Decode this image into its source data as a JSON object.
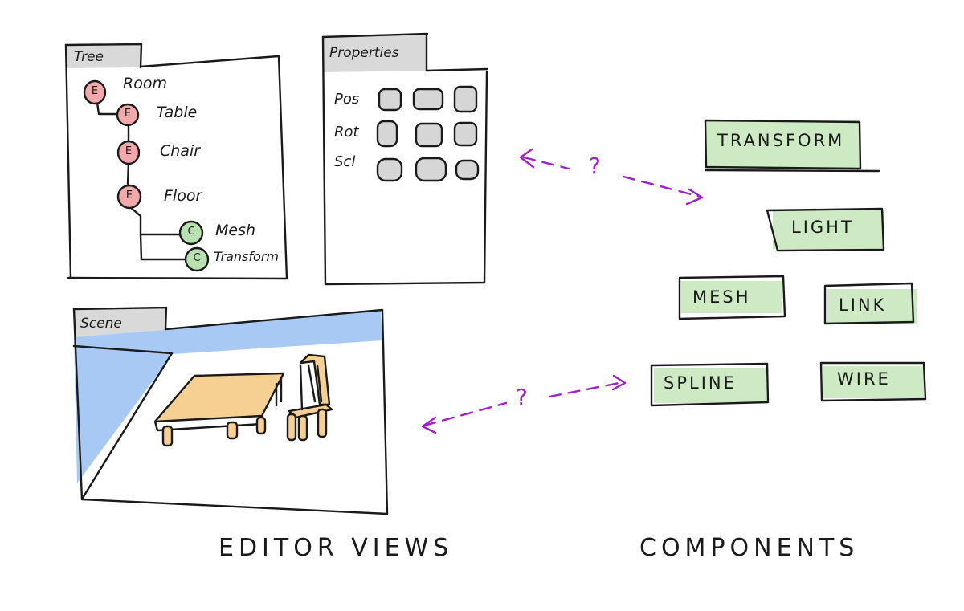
{
  "colors": {
    "ink": "#1a1a1a",
    "entity_fill": "#f1a9a9",
    "component_fill": "#b9e0b0",
    "component_box_fill": "#cdeac4",
    "tab_fill": "#d9d9d9",
    "property_slot_fill": "#d6d6d6",
    "sky_fill": "#a9c9f5",
    "furniture_fill": "#f6cf92",
    "arrow": "#a020c8"
  },
  "tree_panel": {
    "tab": "Tree",
    "nodes": [
      {
        "kind": "entity",
        "letter": "E",
        "label": "Room"
      },
      {
        "kind": "entity",
        "letter": "E",
        "label": "Table"
      },
      {
        "kind": "entity",
        "letter": "E",
        "label": "Chair"
      },
      {
        "kind": "entity",
        "letter": "E",
        "label": "Floor"
      },
      {
        "kind": "component",
        "letter": "C",
        "label": "Mesh"
      },
      {
        "kind": "component",
        "letter": "C",
        "label": "Transform"
      }
    ]
  },
  "properties_panel": {
    "tab": "Properties",
    "rows": [
      {
        "label": "Pos"
      },
      {
        "label": "Rot"
      },
      {
        "label": "Scl"
      }
    ]
  },
  "scene_panel": {
    "tab": "Scene",
    "objects": [
      "table-sketch",
      "chair-sketch"
    ]
  },
  "components": [
    {
      "label": "TRANSFORM"
    },
    {
      "label": "LIGHT"
    },
    {
      "label": "MESH"
    },
    {
      "label": "LINK"
    },
    {
      "label": "SPLINE"
    },
    {
      "label": "WIRE"
    }
  ],
  "arrows": {
    "top_mark": "?",
    "bottom_mark": "?"
  },
  "captions": {
    "left": "EDITOR VIEWS",
    "right": "COMPONENTS"
  }
}
